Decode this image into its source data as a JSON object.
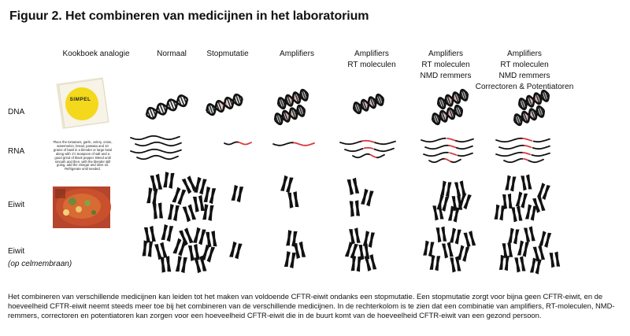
{
  "figure": {
    "title": "Figuur 2. Het combineren van medicijnen in het laboratorium",
    "columns": [
      {
        "lines": [
          "Kookboek analogie"
        ]
      },
      {
        "lines": [
          "Normaal"
        ]
      },
      {
        "lines": [
          "Stopmutatie"
        ]
      },
      {
        "lines": [
          "Amplifiers"
        ]
      },
      {
        "lines": [
          "Amplifiers",
          "RT moleculen"
        ]
      },
      {
        "lines": [
          "Amplifiers",
          "RT moleculen",
          "NMD remmers"
        ]
      },
      {
        "lines": [
          "Amplifiers",
          "RT moleculen",
          "NMD remmers",
          "Correctoren & Potentiatoren"
        ]
      }
    ],
    "rows": {
      "dna": "DNA",
      "rna": "RNA",
      "eiwit": "Eiwit",
      "eiwit_membraan": "Eiwit",
      "eiwit_membraan_sub": "(op celmembraan)"
    },
    "book_cover_word": "SIMPEL",
    "recipe_text": "Place the tomatoes, garlic, celery, onion, watermelon, bread, passata and 10 grams of basil in a blender or large bowl along with 1½ teaspoon of salt and a good grind of black pepper. Blend until smooth and then, with the blender still going, add the vinegar and olive oil. Refrigerate until needed.",
    "caption": "Het combineren van verschillende medicijnen kan leiden tot het maken van voldoende CFTR-eiwit ondanks een stopmutatie. Een stopmutatie zorgt voor bijna geen CFTR-eiwit, en de hoeveelheid CFTR-eiwit neemt steeds meer toe bij het combineren van de verschillende medicijnen. In de rechterkolom is te zien dat een combinatie van amplifiers, RT-moleculen, NMD-remmers, correctoren en potentiatoren kan zorgen voor een hoeveelheid CFTR-eiwit die in de buurt komt van de hoeveelheid CFTR-eiwit van een gezond persoon.",
    "colors": {
      "ink": "#111111",
      "mutation": "#d9383b",
      "dna_rung": "#e8a9a9",
      "book_yellow": "#f4d81c"
    }
  }
}
